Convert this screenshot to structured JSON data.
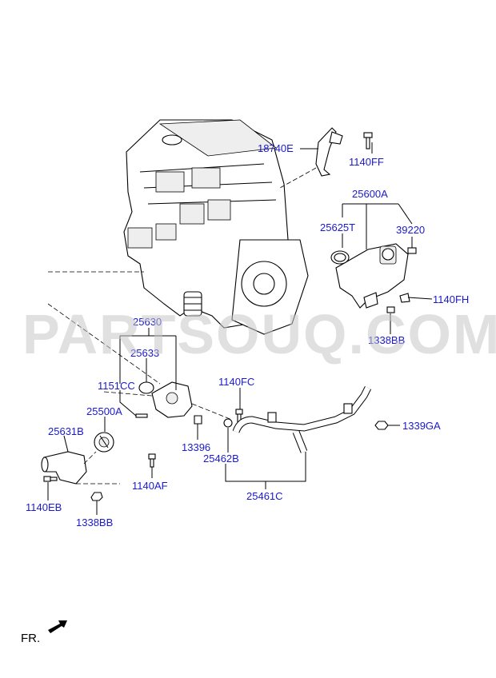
{
  "watermark": "PARTSOUQ.COM",
  "direction_label": "FR.",
  "labels": {
    "l18740E": "18740E",
    "l1140FF": "1140FF",
    "l25600A": "25600A",
    "l25625T": "25625T",
    "l39220": "39220",
    "l1140FH": "1140FH",
    "l1338BB_top": "1338BB",
    "l25630": "25630",
    "l25633": "25633",
    "l1151CC": "1151CC",
    "l25500A": "25500A",
    "l25631B": "25631B",
    "l1140EB": "1140EB",
    "l1338BB_bottom": "1338BB",
    "l1140AF": "1140AF",
    "l13396": "13396",
    "l1140FC": "1140FC",
    "l25462B": "25462B",
    "l1339GA": "1339GA",
    "l25461C": "25461C"
  },
  "colors": {
    "label": "#1a1acc",
    "line": "#000000",
    "watermark": "#c8c8c8"
  },
  "icons": {
    "front_direction": "arrow-icon"
  }
}
